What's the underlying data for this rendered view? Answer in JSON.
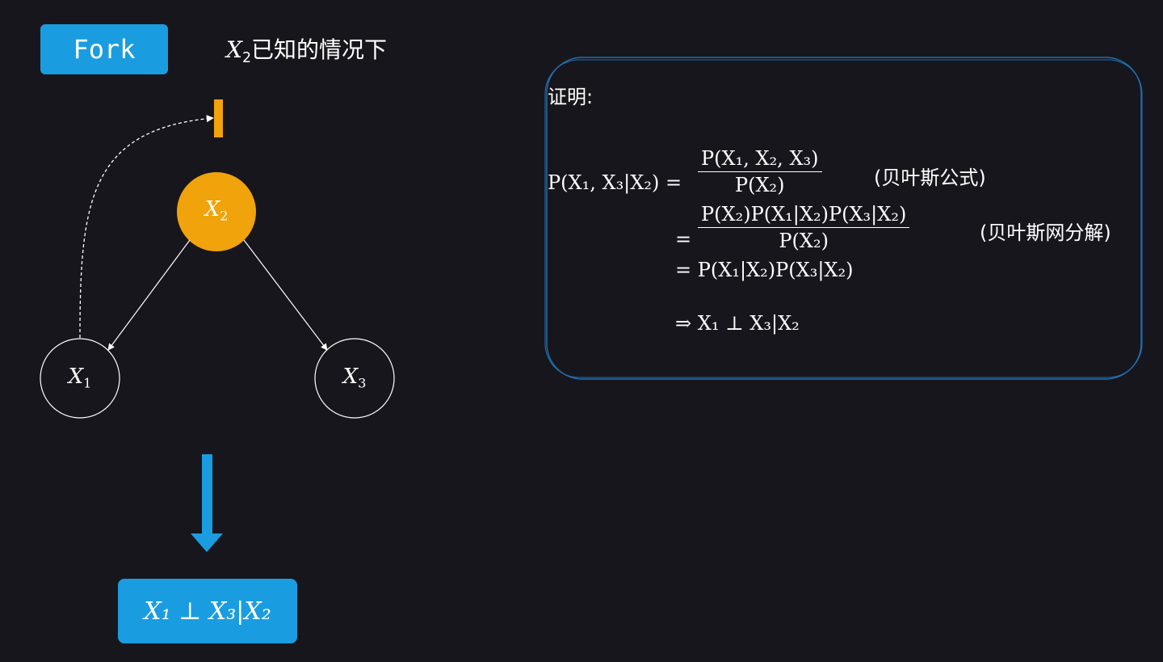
{
  "fork_label": "Fork",
  "heading": {
    "var": "X",
    "sub": "2",
    "text": "已知的情况下"
  },
  "nodes": {
    "x2": {
      "var": "X",
      "sub": "2"
    },
    "x1": {
      "var": "X",
      "sub": "1"
    },
    "x3": {
      "var": "X",
      "sub": "3"
    }
  },
  "result": "X₁ ⊥ X₃|X₂",
  "proof": {
    "title": "证明:",
    "line1_lhs": "P(X₁, X₃|X₂) =",
    "line1_num": "P(X₁, X₂, X₃)",
    "line1_den": "P(X₂)",
    "line1_note": "(贝叶斯公式)",
    "line2_num": "P(X₂)P(X₁|X₂)P(X₃|X₂)",
    "line2_den": "P(X₂)",
    "line2_note": "(贝叶斯网分解)",
    "line3": "= P(X₁|X₂)P(X₃|X₂)",
    "line4": "⇒ X₁ ⊥ X₃|X₂"
  },
  "colors": {
    "background": "#18161d",
    "accent_blue": "#1a9de0",
    "node_orange": "#f0a30a",
    "stroke_white": "#ffffff",
    "box_border": "#1f6fb0"
  }
}
